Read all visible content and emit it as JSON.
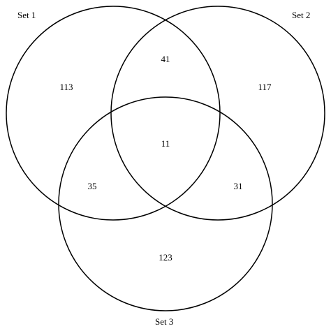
{
  "sets": [
    {
      "name": "Set 1"
    },
    {
      "name": "Set 2"
    },
    {
      "name": "Set 3"
    }
  ],
  "regions": {
    "only_set1": "113",
    "only_set2": "117",
    "only_set3": "123",
    "set1_set2": "41",
    "set1_set3": "35",
    "set2_set3": "31",
    "all_three": "11"
  },
  "colors": {
    "stroke": "#000000",
    "background": "#ffffff"
  }
}
